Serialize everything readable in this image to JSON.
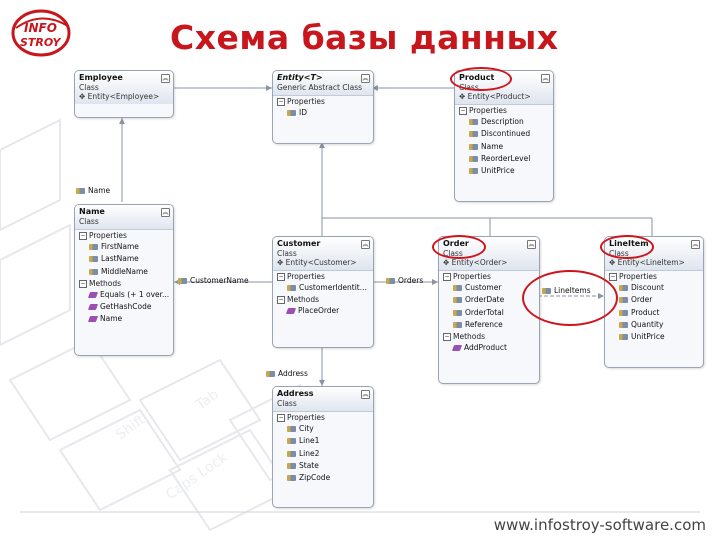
{
  "title": "Схема базы данных",
  "footer_url": "www.infostroy-software.com",
  "logo": {
    "line1": "INFO",
    "line2": "STROY",
    "color": "#c8161d"
  },
  "accent_color": "#d0141b",
  "classes": {
    "employee": {
      "name": "Employee",
      "stereotype": "Class",
      "inherits": "Entity<Employee>"
    },
    "entity": {
      "name": "Entity<T>",
      "stereotype": "Generic Abstract Class",
      "properties_label": "Properties",
      "properties": [
        "ID"
      ]
    },
    "product": {
      "name": "Product",
      "stereotype": "Class",
      "inherits": "Entity<Product>",
      "properties_label": "Properties",
      "properties": [
        "Description",
        "Discontinued",
        "Name",
        "ReorderLevel",
        "UnitPrice"
      ]
    },
    "name": {
      "name": "Name",
      "stereotype": "Class",
      "properties_label": "Properties",
      "properties": [
        "FirstName",
        "LastName",
        "MiddleName"
      ],
      "methods_label": "Methods",
      "methods": [
        "Equals (+ 1 over...",
        "GetHashCode",
        "Name"
      ]
    },
    "customer": {
      "name": "Customer",
      "stereotype": "Class",
      "inherits": "Entity<Customer>",
      "properties_label": "Properties",
      "properties": [
        "CustomerIdentit..."
      ],
      "methods_label": "Methods",
      "methods": [
        "PlaceOrder"
      ]
    },
    "order": {
      "name": "Order",
      "stereotype": "Class",
      "inherits": "Entity<Order>",
      "properties_label": "Properties",
      "properties": [
        "Customer",
        "OrderDate",
        "OrderTotal",
        "Reference"
      ],
      "methods_label": "Methods",
      "methods": [
        "AddProduct"
      ]
    },
    "lineitem": {
      "name": "LineItem",
      "stereotype": "Class",
      "inherits": "Entity<LineItem>",
      "properties_label": "Properties",
      "properties": [
        "Discount",
        "Order",
        "Product",
        "Quantity",
        "UnitPrice"
      ]
    },
    "address": {
      "name": "Address",
      "stereotype": "Class",
      "properties_label": "Properties",
      "properties": [
        "City",
        "Line1",
        "Line2",
        "State",
        "ZipCode"
      ]
    }
  },
  "associations": {
    "name": "Name",
    "customer_name": "CustomerName",
    "orders": "Orders",
    "line_items": "LineItems",
    "address": "Address"
  }
}
